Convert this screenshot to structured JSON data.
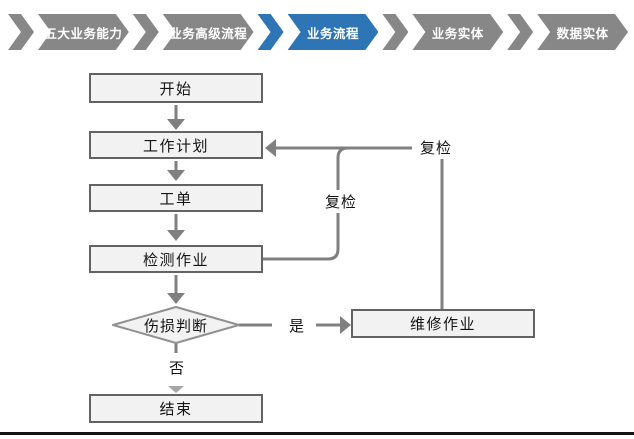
{
  "nav": {
    "items": [
      {
        "label": "五大业务能力",
        "active": false
      },
      {
        "label": "业务高级流程",
        "active": false
      },
      {
        "label": "业务流程",
        "active": true
      },
      {
        "label": "业务实体",
        "active": false
      },
      {
        "label": "数据实体",
        "active": false
      }
    ],
    "active_label": "业务流程"
  },
  "flowchart": {
    "nodes": {
      "start": "开始",
      "plan": "工作计划",
      "order": "工单",
      "inspect": "检测作业",
      "decision": "伤损判断",
      "repair": "维修作业",
      "end": "结束"
    },
    "edge_labels": {
      "recheck_inner": "复检",
      "recheck_outer": "复检",
      "yes": "是",
      "no": "否"
    }
  },
  "colors": {
    "nav_gray": "#878787",
    "nav_active_blue": "#2E75B6",
    "nav_text": "#ffffff",
    "node_fill": "#f2f2f2",
    "node_border": "#636363",
    "diamond_border": "#909090",
    "connector_gray": "#808080",
    "light_arrow": "#a6a6a6",
    "bottom_line": "#141414"
  }
}
